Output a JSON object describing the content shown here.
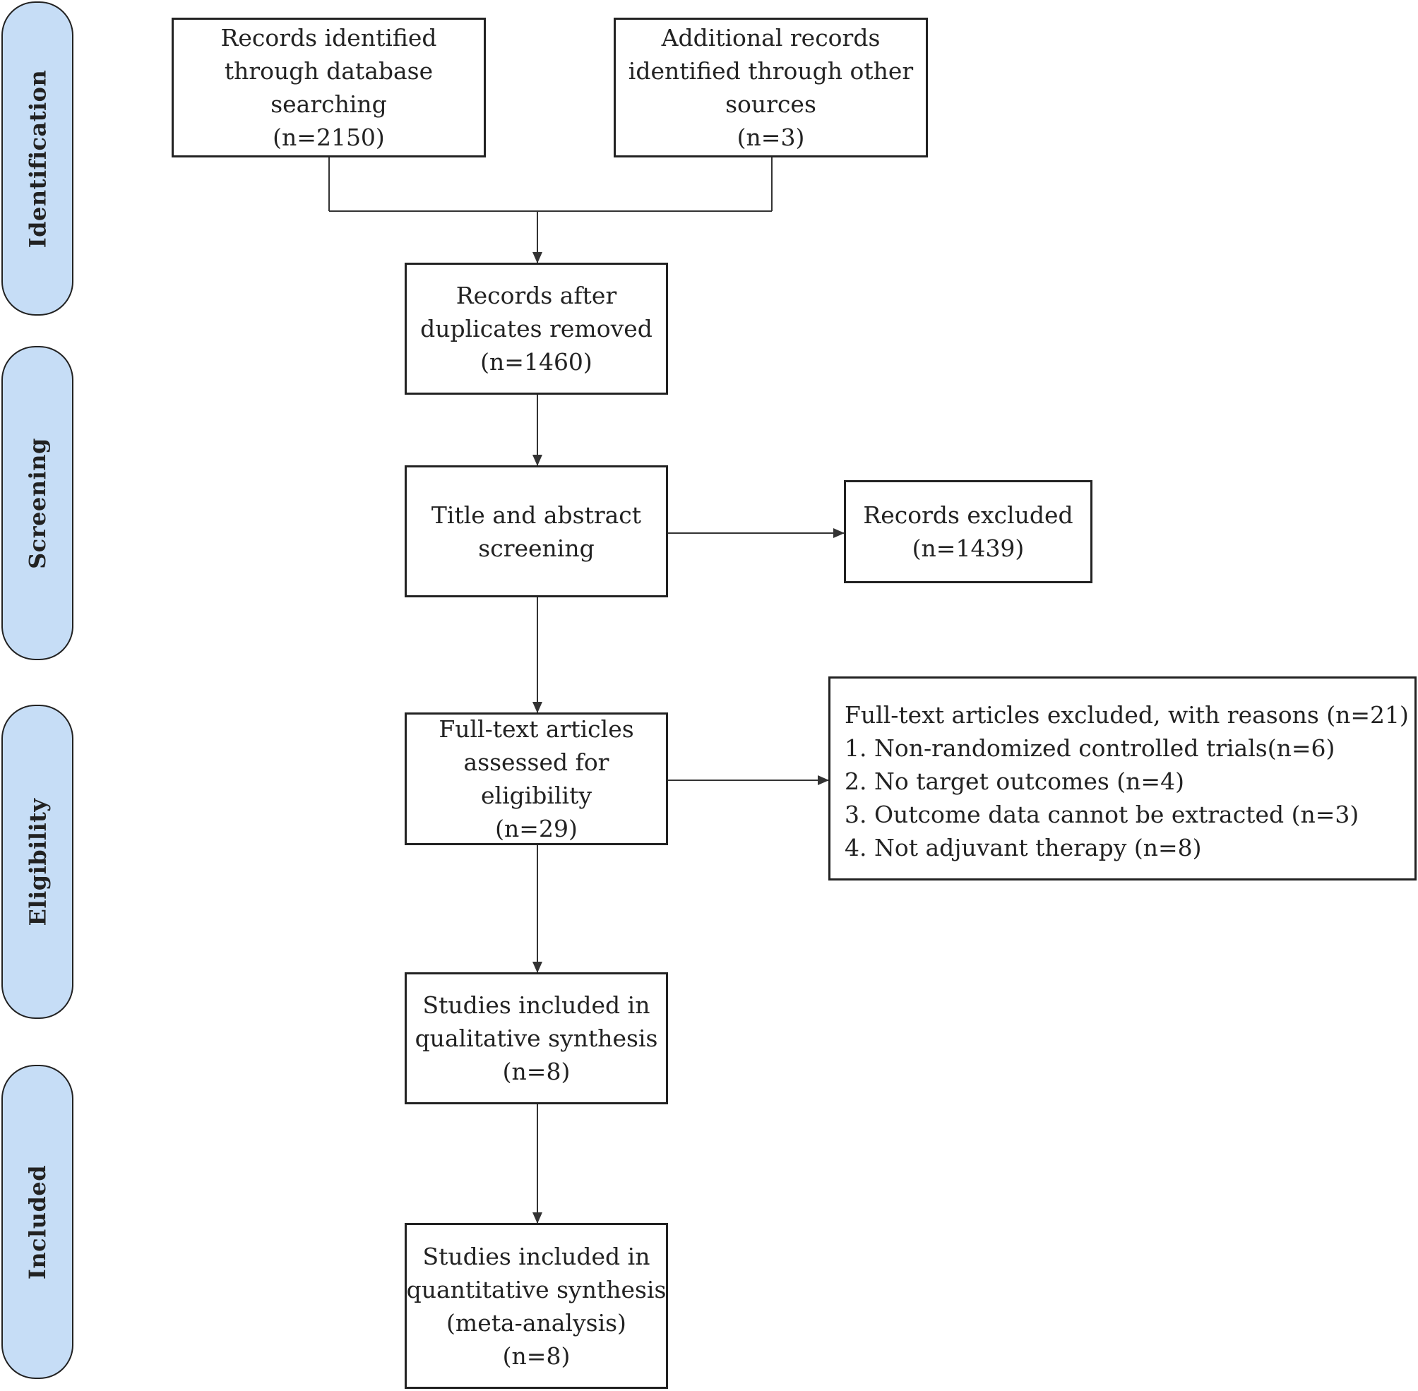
{
  "phases": {
    "identification": "Identification",
    "screening": "Screening",
    "eligibility": "Eligibility",
    "included": "Included"
  },
  "boxes": {
    "database_records": {
      "lines": [
        "Records identified",
        "through database",
        "searching"
      ],
      "count": "(n=2150)"
    },
    "other_sources": {
      "lines": [
        "Additional records",
        "identified through other",
        "sources"
      ],
      "count": "(n=3)"
    },
    "duplicates_removed": {
      "lines": [
        "Records after",
        "duplicates removed"
      ],
      "count": "(n=1460)"
    },
    "title_abstract": {
      "lines": [
        "Title and abstract",
        "screening"
      ]
    },
    "records_excluded": {
      "lines": [
        "Records excluded"
      ],
      "count": "(n=1439)"
    },
    "full_text": {
      "lines": [
        "Full-text articles",
        "assessed for",
        "eligibility"
      ],
      "count": "(n=29)"
    },
    "fulltext_excluded": {
      "heading": "Full-text articles excluded, with reasons (n=21)",
      "reasons": [
        "1. Non-randomized controlled trials(n=6)",
        "2. No target outcomes (n=4)",
        "3. Outcome data cannot be extracted (n=3)",
        "4. Not adjuvant therapy (n=8)"
      ]
    },
    "qualitative": {
      "lines": [
        "Studies included in",
        "qualitative synthesis"
      ],
      "count": "(n=8)"
    },
    "quantitative": {
      "lines": [
        "Studies included in",
        "quantitative synthesis",
        "(meta-analysis)"
      ],
      "count": "(n=8)"
    }
  }
}
